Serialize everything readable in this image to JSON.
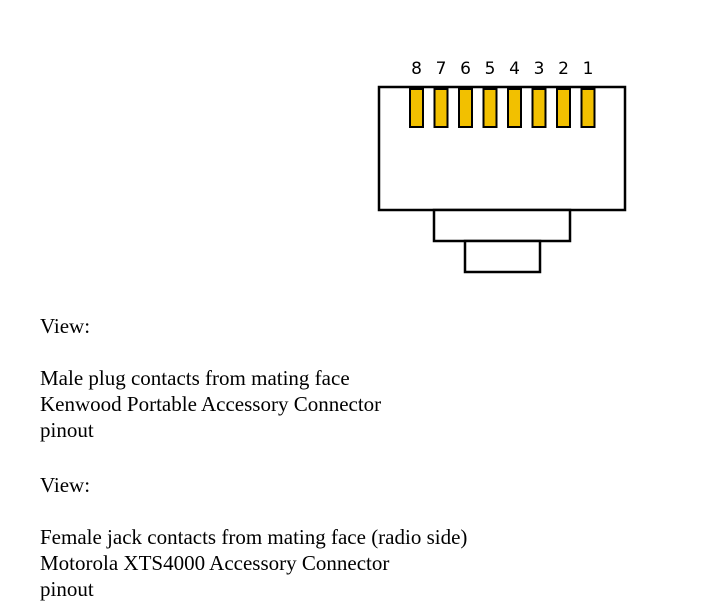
{
  "connector": {
    "pin_numbers": [
      "8",
      "7",
      "6",
      "5",
      "4",
      "3",
      "2",
      "1"
    ],
    "contact_color": "#f2c000",
    "outline_color": "#000000"
  },
  "first_view": {
    "label": "View:",
    "line1": "Male plug contacts from mating face",
    "line2": "Kenwood Portable Accessory Connector",
    "line3": "pinout"
  },
  "second_view": {
    "label": "View:",
    "line1": "Female jack contacts from mating face (radio side)",
    "line2": "Motorola XTS4000 Accessory Connector",
    "line3": "pinout"
  }
}
